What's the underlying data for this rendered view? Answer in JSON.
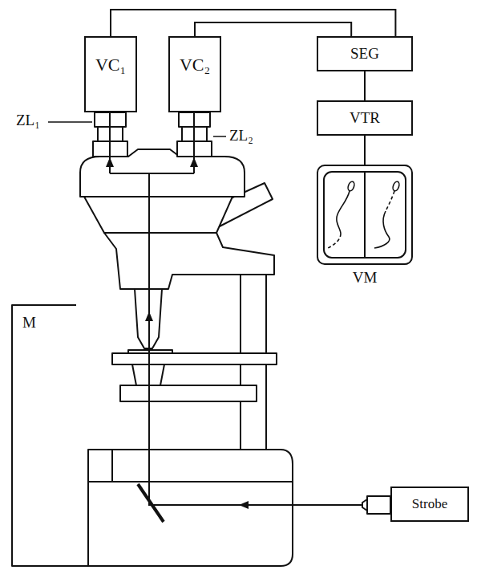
{
  "diagram": {
    "nodes": [
      {
        "text": [
          "VC₁"
        ]
      },
      {
        "text": [
          "VC₂"
        ]
      },
      {
        "text": [
          "SEG"
        ]
      },
      {
        "text": [
          "VTR"
        ]
      },
      {
        "text": [
          "VM"
        ]
      },
      {
        "text": [
          "Strobe"
        ]
      }
    ],
    "edges": [
      {
        "from": 0,
        "to": 2,
        "arrow": "none"
      },
      {
        "from": 1,
        "to": 2,
        "arrow": "none"
      },
      {
        "from": 2,
        "to": 3,
        "arrow": "none"
      },
      {
        "from": 3,
        "to": 4,
        "arrow": "none"
      }
    ],
    "labels": [
      "ZL₁",
      "ZL₂",
      "M"
    ]
  }
}
